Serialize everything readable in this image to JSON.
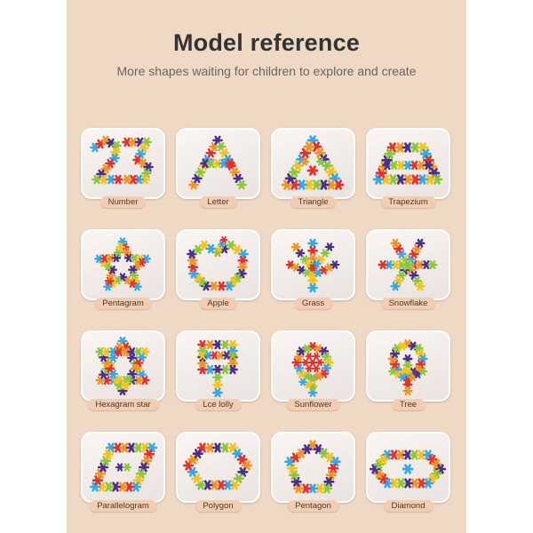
{
  "header": {
    "title": "Model reference",
    "subtitle": "More shapes waiting for children to explore and create"
  },
  "colors": {
    "panel": "#efd8c4",
    "label_bg": "#f2cdb2",
    "card": "#f4efec",
    "block_blue": "#37a8e6",
    "block_red": "#e0322e",
    "block_orange": "#f39422",
    "block_purple": "#4a2f8f",
    "block_green": "#8cc63f",
    "block_yellow": "#f6c31c"
  },
  "models": [
    {
      "label": "Number",
      "icon": "number-23-model-icon"
    },
    {
      "label": "Letter",
      "icon": "letter-a-model-icon"
    },
    {
      "label": "Triangle",
      "icon": "triangle-model-icon"
    },
    {
      "label": "Trapezium",
      "icon": "trapezium-model-icon"
    },
    {
      "label": "Pentagram",
      "icon": "pentagram-model-icon"
    },
    {
      "label": "Apple",
      "icon": "apple-model-icon"
    },
    {
      "label": "Grass",
      "icon": "grass-model-icon"
    },
    {
      "label": "Snowflake",
      "icon": "snowflake-model-icon"
    },
    {
      "label": "Hexagram star",
      "icon": "hexagram-star-model-icon"
    },
    {
      "label": "Lce lolly",
      "icon": "ice-lolly-model-icon"
    },
    {
      "label": "Sunflower",
      "icon": "sunflower-model-icon"
    },
    {
      "label": "Tree",
      "icon": "tree-model-icon"
    },
    {
      "label": "Parallelogram",
      "icon": "parallelogram-model-icon"
    },
    {
      "label": "Polygon",
      "icon": "polygon-model-icon"
    },
    {
      "label": "Pentagon",
      "icon": "pentagon-model-icon"
    },
    {
      "label": "Diamond",
      "icon": "diamond-model-icon"
    }
  ]
}
